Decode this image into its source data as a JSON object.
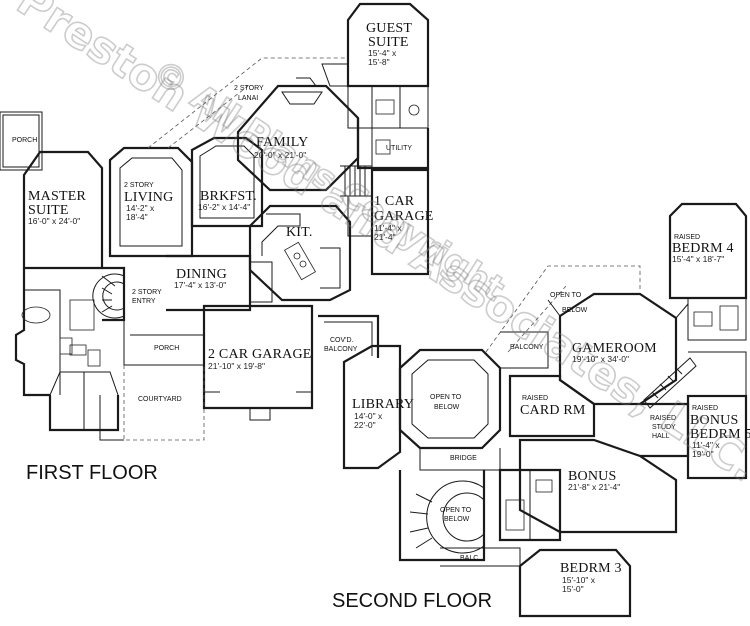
{
  "watermark": {
    "line1": "Preston Wood and Associates, LLC.",
    "line2": "© All Plans Copyright"
  },
  "floor_labels": {
    "first": "FIRST FLOOR",
    "second": "SECOND FLOOR"
  },
  "first_floor": {
    "guest_suite": {
      "name_line1": "GUEST",
      "name_line2": "SUITE",
      "dim1": "15'-4\" x",
      "dim2": "15'-8\""
    },
    "lanai": {
      "line1": "2 STORY",
      "line2": "LANAI"
    },
    "family": {
      "name": "FAMILY",
      "dim": "20'-0\" x 21'-0\""
    },
    "utility": {
      "name": "UTILITY"
    },
    "porch_top": {
      "name": "PORCH"
    },
    "master_suite": {
      "name_line1": "MASTER",
      "name_line2": "SUITE",
      "dim": "16'-0\" x 24'-0\""
    },
    "living": {
      "line1": "2 STORY",
      "name": "LIVING",
      "dim1": "14'-2\" x",
      "dim2": "18'-4\""
    },
    "breakfast": {
      "name": "BRKFST.",
      "dim": "16'-2\" x 14'-4\""
    },
    "one_car_garage": {
      "name_line1": "1 CAR",
      "name_line2": "GARAGE",
      "dim1": "11'-4\" x",
      "dim2": "21'-4\""
    },
    "kitchen": {
      "name": "KIT."
    },
    "dining": {
      "name": "DINING",
      "dim": "17'-4\" x 13'-0\""
    },
    "entry": {
      "line1": "2 STORY",
      "line2": "ENTRY"
    },
    "porch_front": {
      "name": "PORCH"
    },
    "two_car_garage": {
      "name": "2 CAR GARAGE",
      "dim": "21'-10\" x 19'-8\""
    },
    "courtyard": {
      "name": "COURTYARD"
    }
  },
  "second_floor": {
    "covd_balcony": {
      "line1": "COV'D.",
      "line2": "BALCONY"
    },
    "library": {
      "name": "LIBRARY",
      "dim1": "14'-0\" x",
      "dim2": "22'-0\""
    },
    "open_below_1": {
      "line1": "OPEN TO",
      "line2": "BELOW"
    },
    "open_below_2": {
      "line1": "OPEN TO",
      "line2": "BELOW"
    },
    "open_below_3": {
      "line1": "OPEN TO",
      "line2": "BELOW"
    },
    "balcony": {
      "name": "BALCONY"
    },
    "gameroom": {
      "name": "GAMEROOM",
      "dim": "19'-10\" x 34'-0\""
    },
    "card_room": {
      "line1": "RAISED",
      "name": "CARD RM"
    },
    "bedroom4": {
      "line1": "RAISED",
      "name": "BEDRM 4",
      "dim": "15'-4\" x 18'-7\""
    },
    "bedroom5": {
      "line1": "RAISED",
      "name_line1": "BONUS",
      "name_line2": "BEDRM 5",
      "dim1": "11'-4\" x",
      "dim2": "19'-0\""
    },
    "study_hall": {
      "line1": "RAISED",
      "line2": "STUDY",
      "line3": "HALL"
    },
    "bridge": {
      "name": "BRIDGE"
    },
    "bonus": {
      "name": "BONUS",
      "dim": "21'-8\" x 21'-4\""
    },
    "balc": {
      "name": "BALC."
    },
    "bedroom3": {
      "name": "BEDRM 3",
      "dim1": "15'-10\" x",
      "dim2": "15'-0\""
    }
  }
}
